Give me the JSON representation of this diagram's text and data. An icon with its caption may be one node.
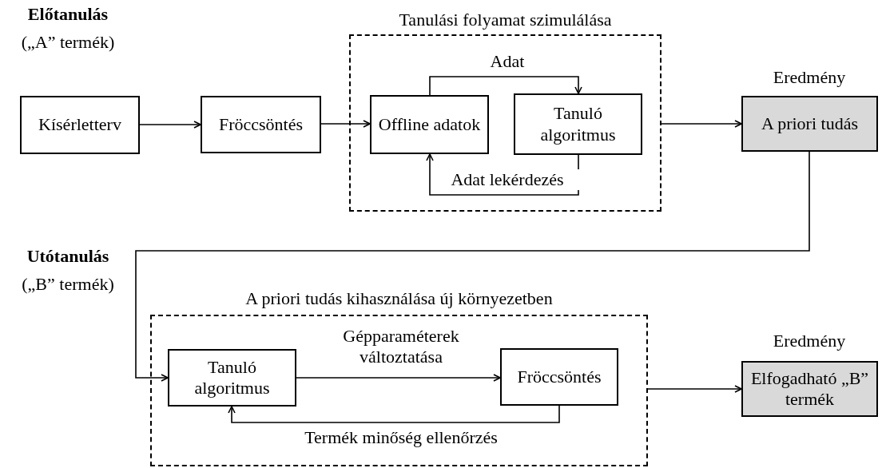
{
  "diagram": {
    "nodes": [
      {
        "text": [
          "Tanulási folyamat szimulálása"
        ]
      },
      {
        "text": [
          "Kísérletterv"
        ]
      },
      {
        "text": [
          "Fröccsöntés"
        ]
      },
      {
        "text": [
          "Offline adatok"
        ],
        "in": 0
      },
      {
        "text": [
          "Tanuló algoritmus"
        ],
        "in": 0
      },
      {
        "text": [
          "A priori tudás"
        ],
        "beside": [
          "Eredmény"
        ]
      },
      {
        "text": [
          "A priori tudás kihasználása új környezetben"
        ]
      },
      {
        "text": [
          "Tanuló algoritmus"
        ],
        "in": 6
      },
      {
        "text": [
          "Fröccsöntés"
        ],
        "in": 6
      },
      {
        "text": [
          "Elfogadható „B” termék"
        ],
        "beside": [
          "Eredmény"
        ]
      }
    ],
    "edges": [
      {
        "from": 1,
        "to": 2,
        "arrow": "to"
      },
      {
        "from": 2,
        "to": 3,
        "arrow": "to"
      },
      {
        "from": 3,
        "to": 4,
        "arrow": "to",
        "label": "Adat"
      },
      {
        "from": 4,
        "to": 3,
        "arrow": "to",
        "label": "Adat lekérdezés"
      },
      {
        "from": 0,
        "to": 5,
        "arrow": "to"
      },
      {
        "from": 5,
        "to": 7,
        "arrow": "to"
      },
      {
        "from": 7,
        "to": 8,
        "arrow": "to",
        "label": "Gépparaméterek változtatása"
      },
      {
        "from": 8,
        "to": 7,
        "arrow": "to",
        "label": "Termék minőség ellenőrzés"
      },
      {
        "from": 6,
        "to": 9,
        "arrow": "to"
      }
    ],
    "labels": [
      "Előtanulás",
      "(„A” termék)",
      "Utótanulás",
      "(„B” termék)"
    ]
  }
}
